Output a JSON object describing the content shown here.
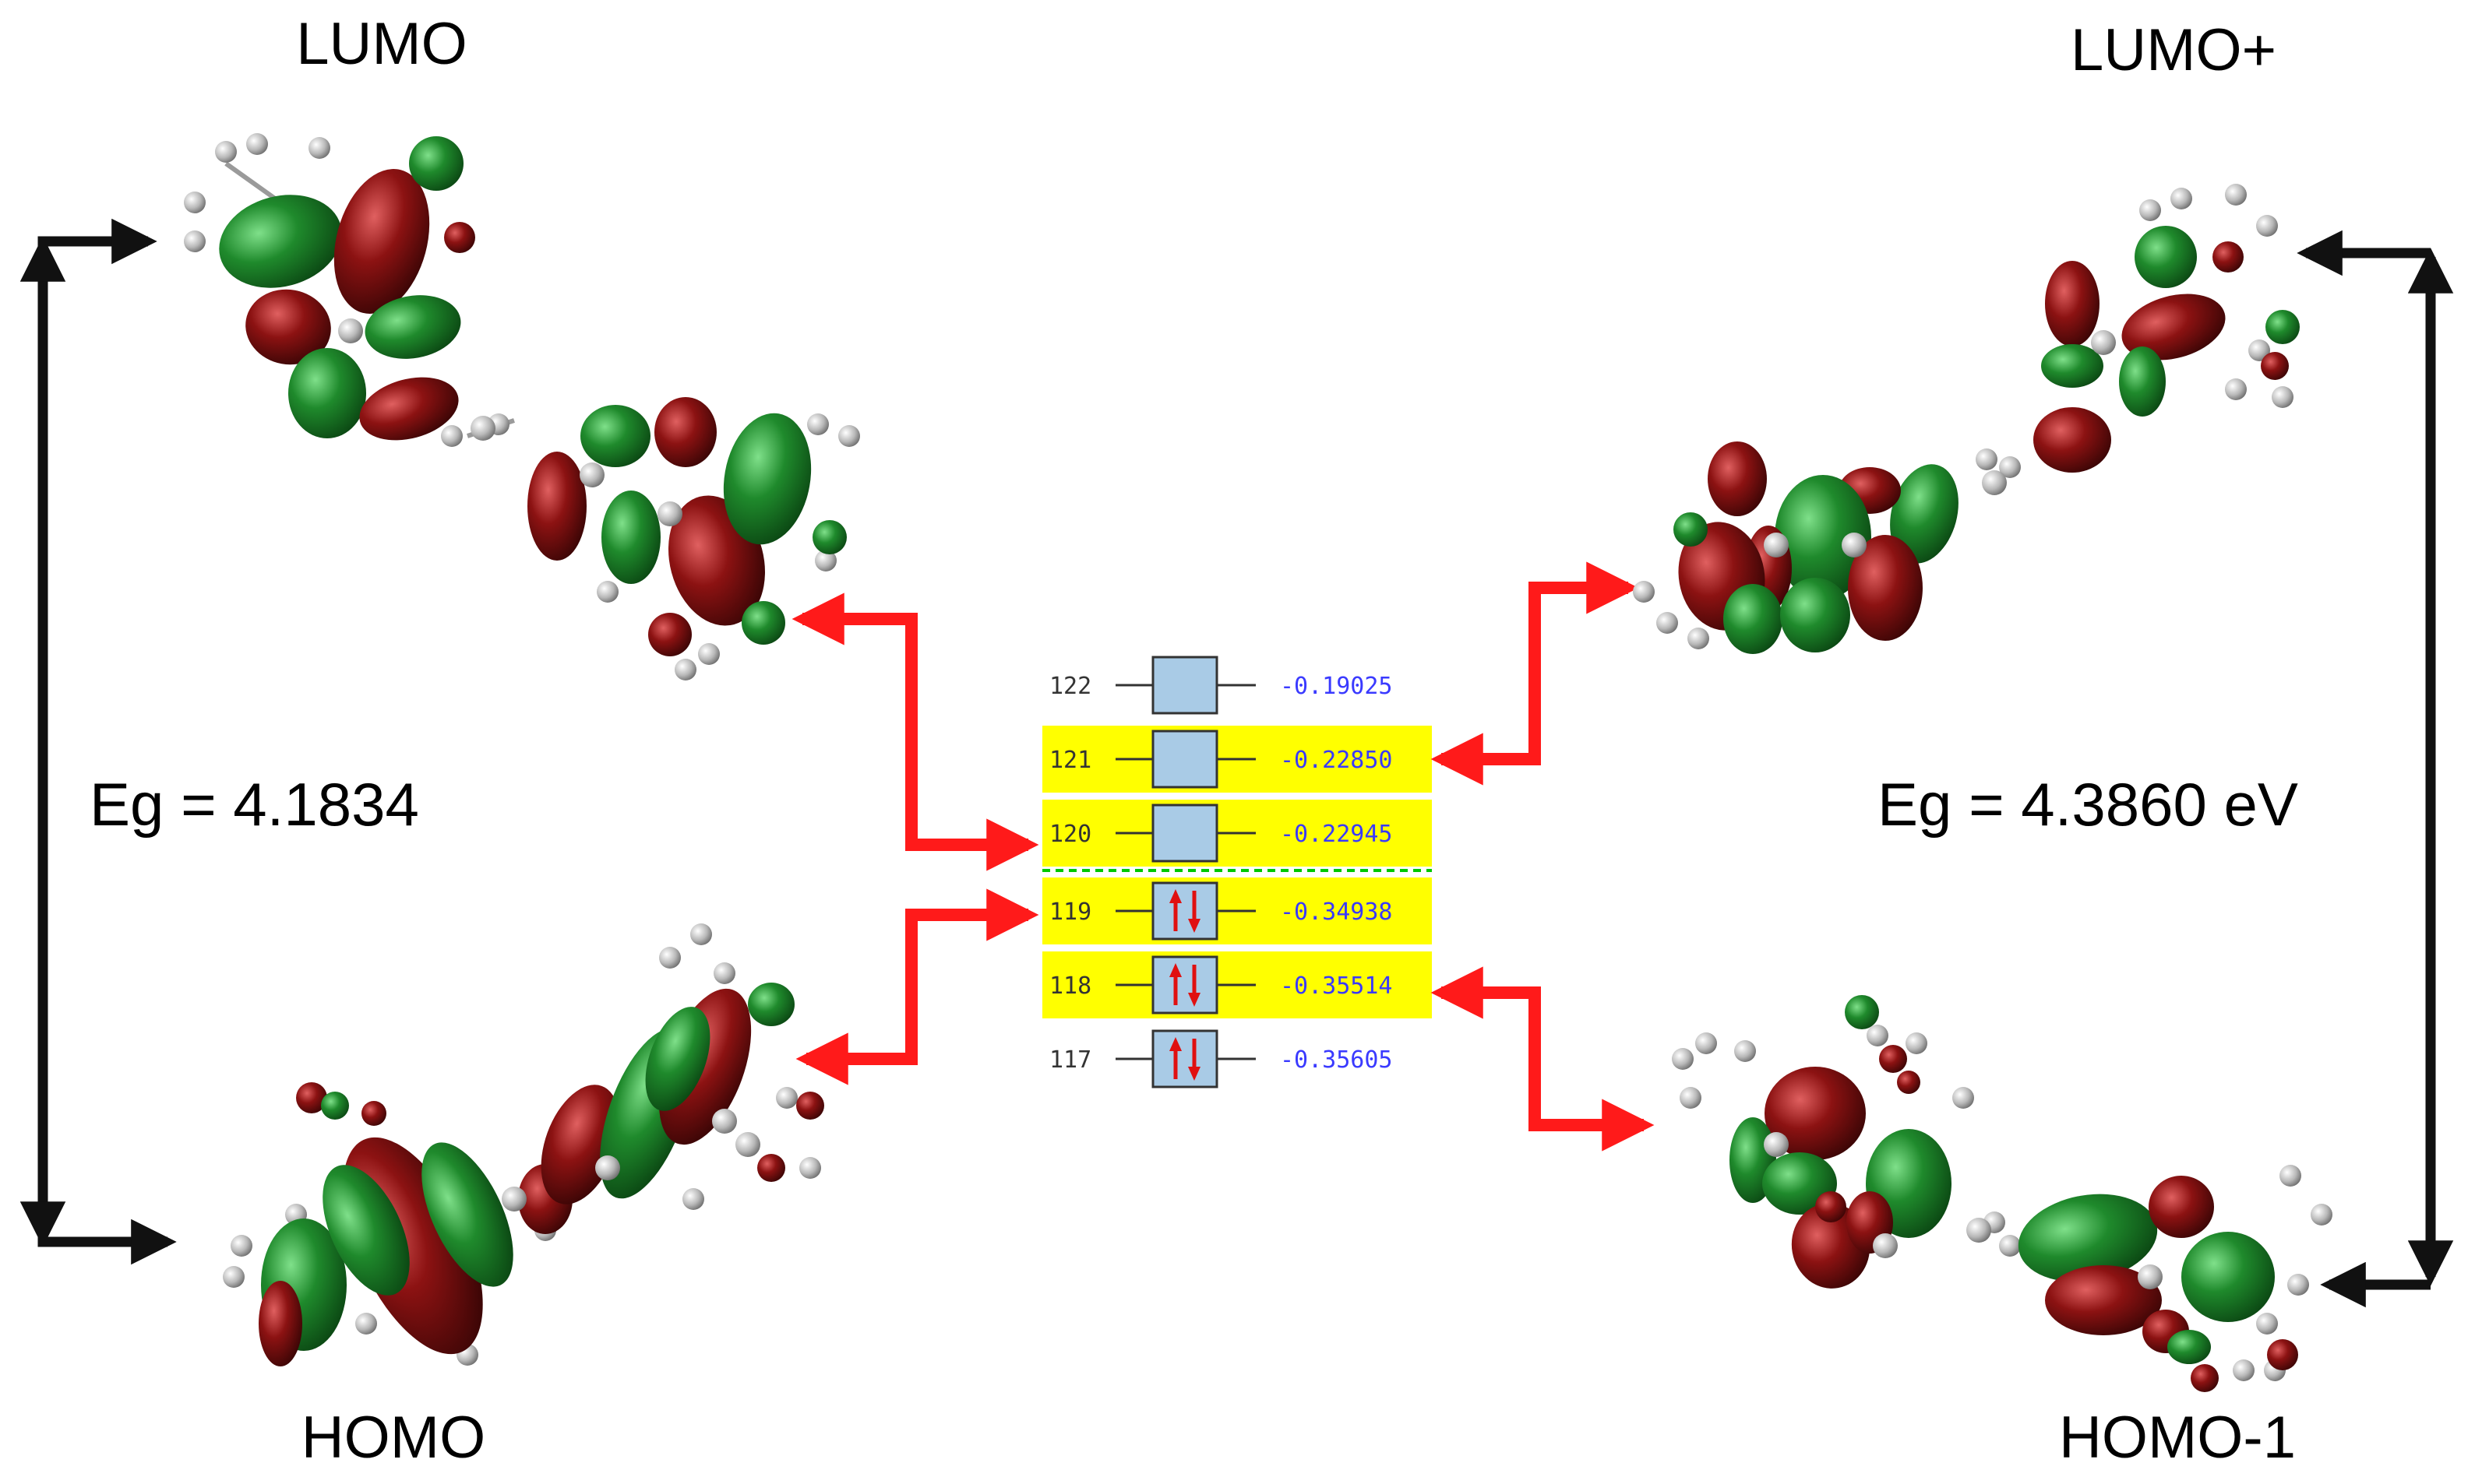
{
  "orbital_labels": {
    "lumo": "LUMO",
    "lumo_plus": "LUMO+",
    "homo": "HOMO",
    "homo_minus_1": "HOMO-1"
  },
  "gaps": {
    "left": "Eg = 4.1834",
    "right": "Eg = 4.3860 eV"
  },
  "energy_levels": [
    {
      "index": "122",
      "energy": "-0.19025",
      "occupied": false,
      "highlighted": false
    },
    {
      "index": "121",
      "energy": "-0.22850",
      "occupied": false,
      "highlighted": true
    },
    {
      "index": "120",
      "energy": "-0.22945",
      "occupied": false,
      "highlighted": true
    },
    {
      "index": "119",
      "energy": "-0.34938",
      "occupied": true,
      "highlighted": true
    },
    {
      "index": "118",
      "energy": "-0.35514",
      "occupied": true,
      "highlighted": true
    },
    {
      "index": "117",
      "energy": "-0.35605",
      "occupied": true,
      "highlighted": false
    }
  ],
  "colors": {
    "lobe_green": "#1f8a2c",
    "lobe_red": "#8c1212",
    "arrow_red": "#ff1a1a",
    "arrow_black": "#111111",
    "highlight": "#ffff00",
    "level_box": "#a9cbe6",
    "energy_text": "#3a3aff",
    "homo_lumo_divider": "#00c800"
  }
}
